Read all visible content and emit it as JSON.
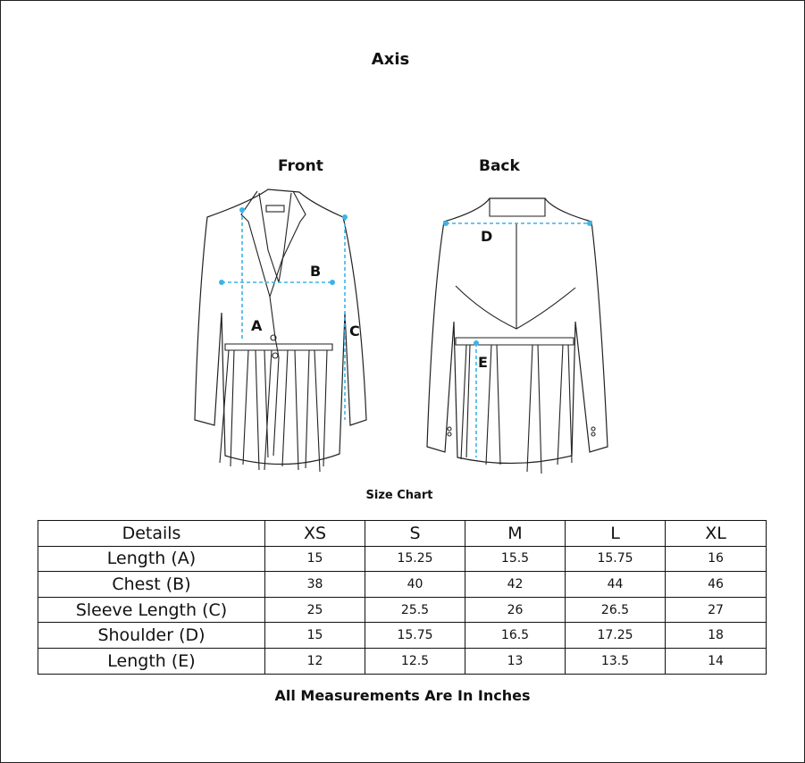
{
  "title": "Axis",
  "views": {
    "front": "Front",
    "back": "Back"
  },
  "labels": {
    "a": "A",
    "b": "B",
    "c": "C",
    "d": "D",
    "e": "E"
  },
  "subtitle": "Size Chart",
  "table": {
    "header": [
      "Details",
      "XS",
      "S",
      "M",
      "L",
      "XL"
    ],
    "rows": [
      {
        "detail": "Length (A)",
        "values": [
          "15",
          "15.25",
          "15.5",
          "15.75",
          "16"
        ]
      },
      {
        "detail": "Chest (B)",
        "values": [
          "38",
          "40",
          "42",
          "44",
          "46"
        ]
      },
      {
        "detail": "Sleeve Length (C)",
        "values": [
          "25",
          "25.5",
          "26",
          "26.5",
          "27"
        ]
      },
      {
        "detail": "Shoulder (D)",
        "values": [
          "15",
          "15.75",
          "16.5",
          "17.25",
          "18"
        ]
      },
      {
        "detail": "Length (E)",
        "values": [
          "12",
          "12.5",
          "13",
          "13.5",
          "14"
        ]
      }
    ]
  },
  "footnote": "All Measurements Are In Inches",
  "colors": {
    "measure": "#3cb4e6",
    "line": "#222222"
  },
  "icons": {
    "front_drawing": "jacket-front-illustration",
    "back_drawing": "jacket-back-illustration"
  }
}
